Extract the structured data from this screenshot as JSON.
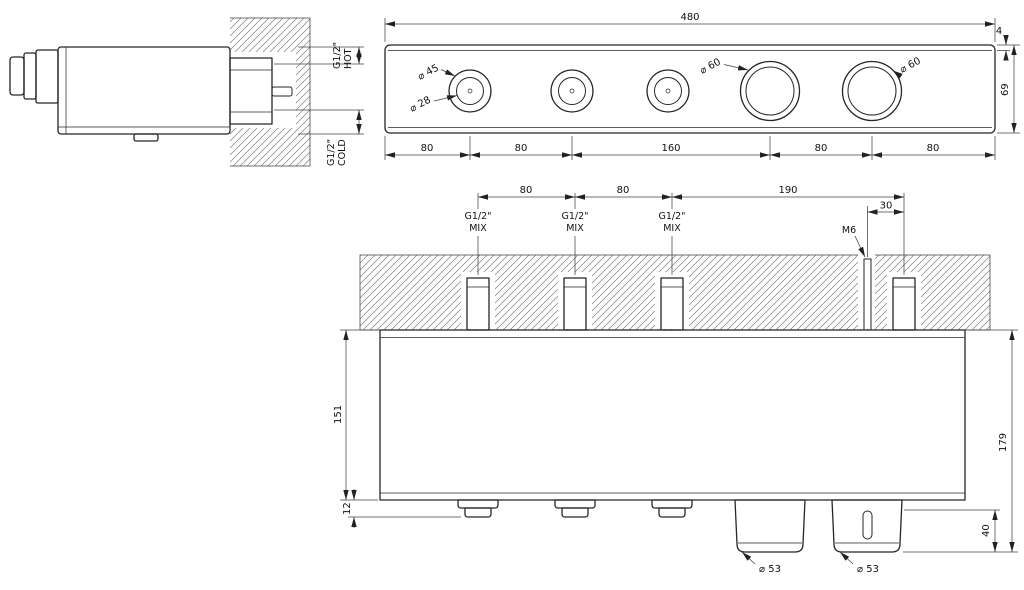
{
  "drawing": {
    "side_view": {
      "hot_port": {
        "size": "G1/2\"",
        "label": "HOT"
      },
      "cold_port": {
        "size": "G1/2\"",
        "label": "COLD"
      }
    },
    "front_view": {
      "overall_width": "480",
      "top_offset": "4",
      "plate_height": "69",
      "knob_dia_small_outer": "⌀ 45",
      "knob_dia_small_inner": "⌀ 28",
      "knob_dia_large_left": "⌀ 60",
      "knob_dia_large_right": "⌀ 60",
      "bottom_dims": [
        "80",
        "80",
        "160",
        "80",
        "80"
      ]
    },
    "plan_view": {
      "top_dims": [
        "80",
        "80",
        "190"
      ],
      "screw_offset_dim": "30",
      "mix_ports": [
        {
          "size": "G1/2\"",
          "label": "MIX"
        },
        {
          "size": "G1/2\"",
          "label": "MIX"
        },
        {
          "size": "G1/2\"",
          "label": "MIX"
        }
      ],
      "screw_label": "M6",
      "body_depth": "151",
      "outlet_stub": "12",
      "overall_depth": "179",
      "handle_height": "40",
      "handle_dia_left": "⌀ 53",
      "handle_dia_right": "⌀ 53"
    }
  }
}
